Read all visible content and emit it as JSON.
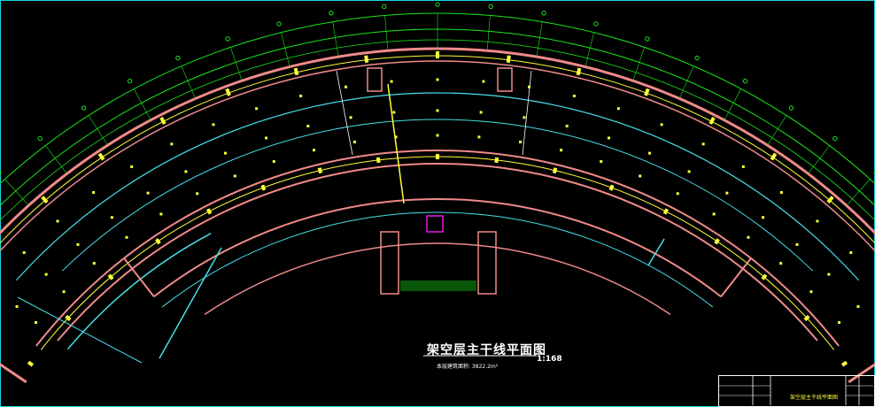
{
  "drawing": {
    "title": "架空层主干线平面图",
    "scale": "1:168",
    "area_note": "本层建筑面积: 3822.2m²"
  },
  "title_block": {
    "drawing_name": "架空层主干线平面图"
  },
  "colors": {
    "background": "#000000",
    "frame": "#1fd3e0",
    "axis_grid": "#19e619",
    "walls": "#f08a8a",
    "beam_yellow": "#ffff3a",
    "cable_cyan": "#45e0e8",
    "marker_white": "#ffffff",
    "accent_magenta": "#e020e0"
  }
}
